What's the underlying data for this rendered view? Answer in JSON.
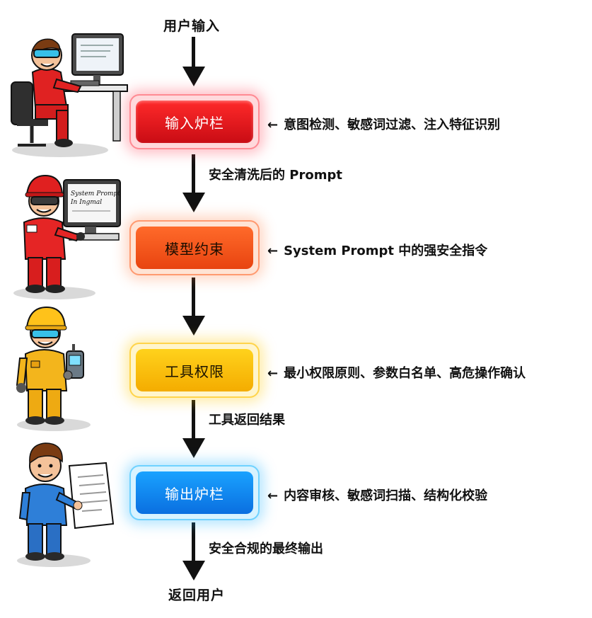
{
  "diagram": {
    "start_label": "用户输入",
    "end_label": "返回用户",
    "stages": [
      {
        "label": "输入炉栏",
        "note": "意图检测、敏感词过滤、注入特征识别",
        "color": "#e01a20"
      },
      {
        "label": "模型约束",
        "note": "System Prompt 中的强安全指令",
        "color": "#f25a1e"
      },
      {
        "label": "工具权限",
        "note": "最小权限原则、参数白名单、高危操作确认",
        "color": "#f7b90a"
      },
      {
        "label": "输出炉栏",
        "note": "内容审核、敏感词扫描、结构化校验",
        "color": "#118af0"
      }
    ],
    "edges": [
      {
        "label": "安全清洗后的 Prompt"
      },
      {
        "label": ""
      },
      {
        "label": "工具返回结果"
      },
      {
        "label": "安全合规的最终输出"
      }
    ],
    "arrow_glyph": "←"
  },
  "illustrations": [
    {
      "icon": "worker-at-computer-icon"
    },
    {
      "icon": "worker-with-monitor-icon",
      "screen_text_line1": "System Prompt",
      "screen_text_line2": "In Ingmal"
    },
    {
      "icon": "worker-with-tool-icon"
    },
    {
      "icon": "worker-with-document-icon"
    }
  ]
}
